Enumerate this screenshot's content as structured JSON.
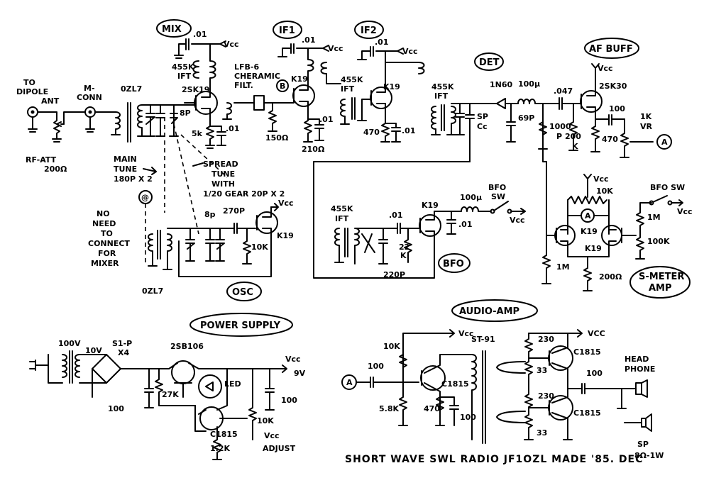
{
  "blocks": {
    "mix": "MIX",
    "if1": "IF1",
    "if2": "IF2",
    "det": "DET",
    "af_buff": "AF BUFF",
    "bfo": "BFO",
    "osc": "OSC",
    "power_supply": "POWER SUPPLY",
    "audio_amp": "AUDIO-AMP",
    "s_meter_1": "S-METER",
    "s_meter_2": "AMP"
  },
  "antenna": {
    "to": "TO",
    "dipole": "DIPOLE",
    "ant": "ANT",
    "mconn_1": "M-",
    "mconn_2": "CONN",
    "rf_att": "RF-ATT",
    "rf_att_value": "200Ω",
    "coil": "0ZL7"
  },
  "mixer": {
    "cap": ".01",
    "vcc": "Vcc",
    "ift_1": "455K",
    "ift_2": "IFT",
    "transistor": "2SK19",
    "cap8p": "8P",
    "res": "5k",
    "cap2": ".01"
  },
  "if1": {
    "cap": ".01",
    "vcc": "Vcc",
    "filter_1": "LFB-6",
    "filter_2": "CHERAMIC",
    "filter_3": "FILT.",
    "b_point": "B",
    "transistor": "K19",
    "res": "150Ω",
    "res2": "210Ω",
    "cap2": ".01"
  },
  "if2": {
    "cap": ".01",
    "vcc": "Vcc",
    "ift_1": "455K",
    "ift_2": "IFT",
    "transistor": "K19",
    "res": "470",
    "cap2": ".01"
  },
  "detector": {
    "ift_1": "455K",
    "ift_2": "IFT",
    "diode": "1N60",
    "sp": "SP",
    "cc": "Cc",
    "choke": "100μ",
    "cap69": "69P",
    "res1000": "1000",
    "p": "P"
  },
  "af_buffer": {
    "cap": ".047",
    "vcc": "Vcc",
    "transistor": "2SK30",
    "res200": "200",
    "k": "K",
    "res470": "470",
    "cap100": "100",
    "vr_1": "1K",
    "vr_2": "VR",
    "a": "A"
  },
  "tuning": {
    "main_1": "MAIN",
    "main_2": "TUNE",
    "main_3": "180P X 2",
    "spread_1": "SPREAD",
    "spread_2": "TUNE",
    "spread_3": "WITH",
    "spread_4": "1/20 GEAR 20P X 2",
    "no_1": "NO",
    "no_2": "NEED",
    "no_3": "TO",
    "no_4": "CONNECT",
    "no_5": "FOR",
    "no_6": "MIXER",
    "a_point": "@"
  },
  "oscillator": {
    "cap8p": "8p",
    "cap270": "270P",
    "vcc": "Vcc",
    "transistor": "K19",
    "res": "10K",
    "coil": "0ZL7"
  },
  "bfo_section": {
    "ift_1": "455K",
    "ift_2": "IFT",
    "cap": ".01",
    "transistor": "K19",
    "choke": "100μ",
    "sw_1": "BFO",
    "sw_2": "SW",
    "vcc": "Vcc",
    "cap2": ".01",
    "res_1": "22",
    "res_2": "K",
    "cap220": "220P"
  },
  "smeter": {
    "vcc": "Vcc",
    "res10k": "10K",
    "meter": "A",
    "t1": "K19",
    "t2": "K19",
    "res1m": "1M",
    "res200": "200Ω",
    "bfosw": "BFO SW",
    "vcc2": "Vcc",
    "res1m2": "1M",
    "res100k": "100K"
  },
  "power": {
    "v100": "100V",
    "v10": "10V",
    "diode_1": "S1-P",
    "diode_2": "X4",
    "transistor": "2SB106",
    "res27k": "27K",
    "led": "LED",
    "cap100": "100",
    "res10k": "10K",
    "t2": "C1815",
    "res12k": "1.2K",
    "vcc": "Vcc",
    "v9": "9V",
    "cap100b": "100",
    "adj_1": "Vcc",
    "adj_2": "ADJUST"
  },
  "audio": {
    "vcc": "Vcc",
    "res10k": "10K",
    "a": "A",
    "cap100": "100",
    "t1": "C1815",
    "res58k": "5.8K",
    "res470": "470",
    "cap100b": "100",
    "trans": "ST-91",
    "res230a": "230",
    "res33a": "33",
    "res230b": "230",
    "res33b": "33",
    "vcc2": "VCC",
    "t2": "C1815",
    "t3": "C1815",
    "cap100c": "100",
    "head_1": "HEAD",
    "head_2": "PHONE",
    "sp": "SP",
    "sp_spec": "8Ω-1W"
  },
  "footer": "SHORT WAVE SWL RADIO   JF1OZL   MADE '85. DEC"
}
